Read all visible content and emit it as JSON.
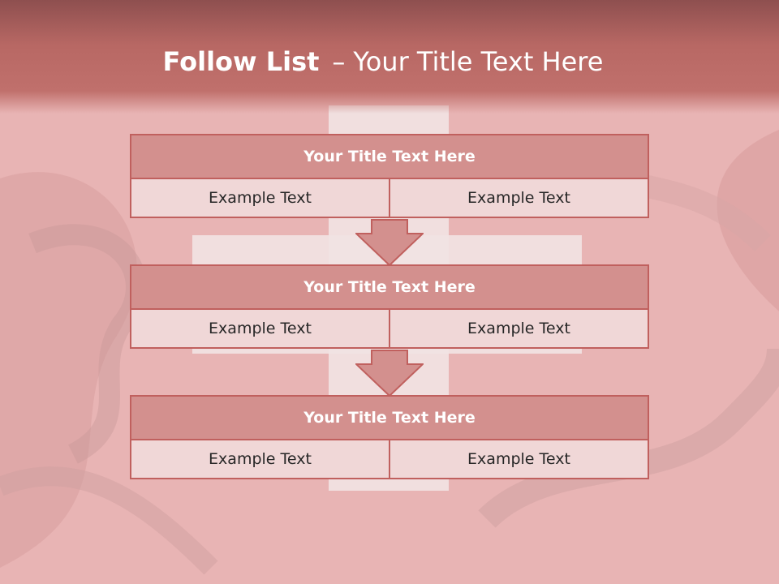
{
  "slide": {
    "title_bold": "Follow List",
    "title_separator": "–",
    "title_rest": "Your Title Text Here"
  },
  "steps": [
    {
      "title": "Your Title Text Here",
      "left": "Example Text",
      "right": "Example Text"
    },
    {
      "title": "Your Title Text Here",
      "left": "Example Text",
      "right": "Example Text"
    },
    {
      "title": "Your Title Text Here",
      "left": "Example Text",
      "right": "Example Text"
    }
  ],
  "colors": {
    "header_fill": "#d3908e",
    "border": "#c0605e",
    "cell_fill": "#f0d7d7",
    "arrow_fill": "#d3908e"
  }
}
